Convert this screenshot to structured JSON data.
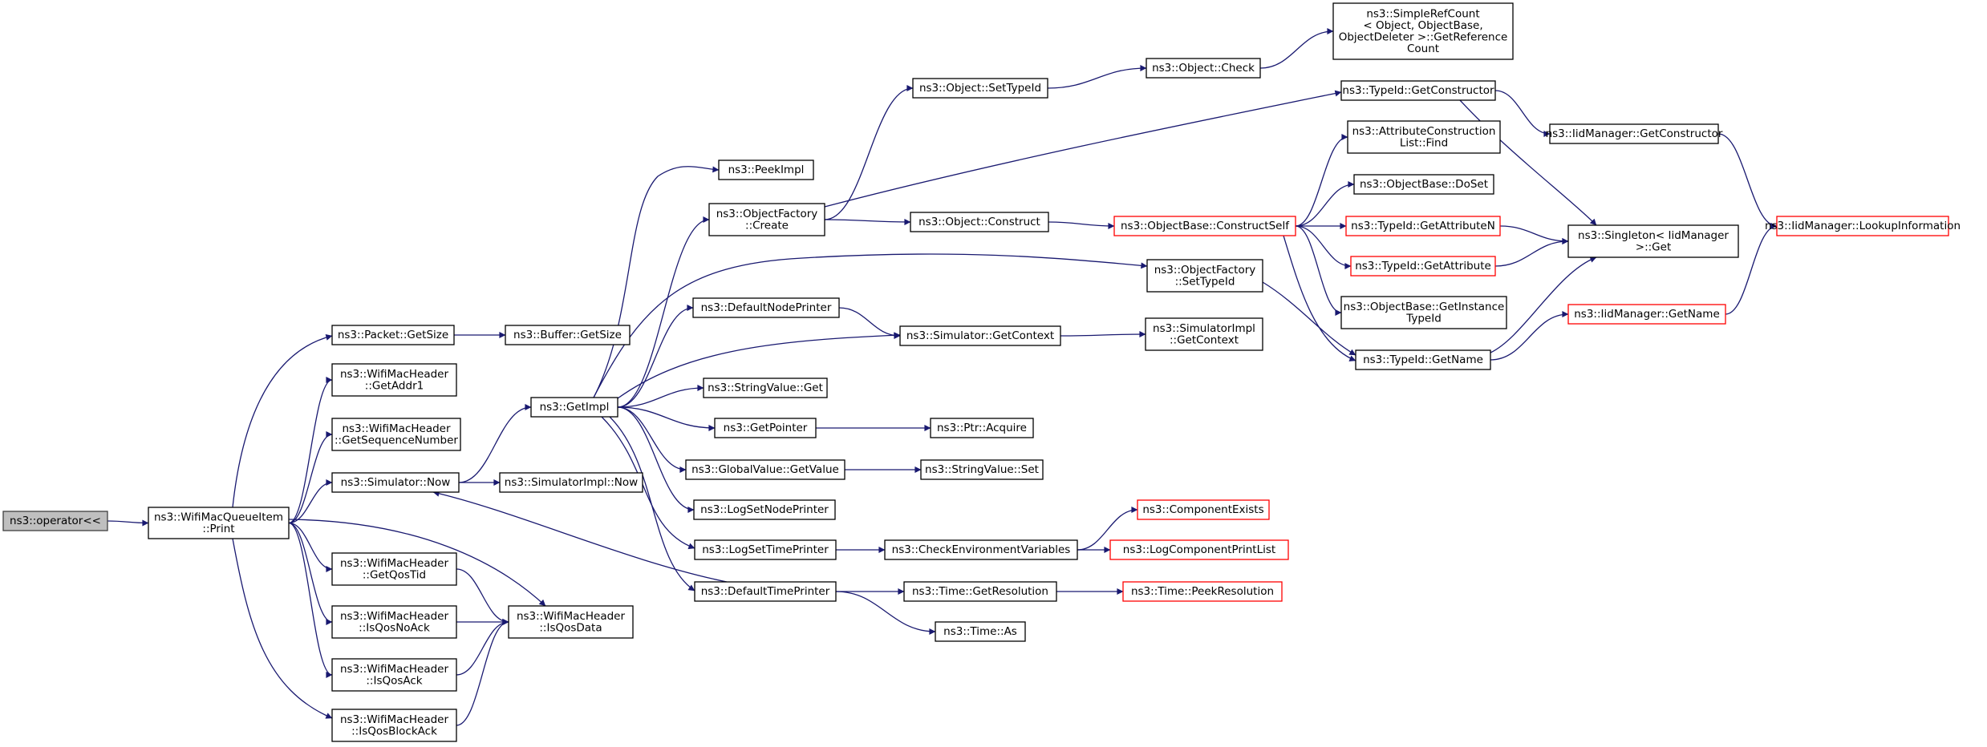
{
  "graph": {
    "edge_color": "#191970",
    "truncated_border_color": "#ff0000",
    "root_fill": "#bfbfbf",
    "nodes": [
      {
        "id": "op",
        "lines": [
          "ns3::operator<<"
        ],
        "root": true
      },
      {
        "id": "print",
        "lines": [
          "ns3::WifiMacQueueItem",
          "::Print"
        ]
      },
      {
        "id": "pktsize",
        "lines": [
          "ns3::Packet::GetSize"
        ]
      },
      {
        "id": "bufsize",
        "lines": [
          "ns3::Buffer::GetSize"
        ]
      },
      {
        "id": "addr1",
        "lines": [
          "ns3::WifiMacHeader",
          "::GetAddr1"
        ]
      },
      {
        "id": "seqnum",
        "lines": [
          "ns3::WifiMacHeader",
          "::GetSequenceNumber"
        ]
      },
      {
        "id": "simnow",
        "lines": [
          "ns3::Simulator::Now"
        ]
      },
      {
        "id": "simimplnow",
        "lines": [
          "ns3::SimulatorImpl::Now"
        ]
      },
      {
        "id": "qostid",
        "lines": [
          "ns3::WifiMacHeader",
          "::GetQosTid"
        ]
      },
      {
        "id": "isqosnoack",
        "lines": [
          "ns3::WifiMacHeader",
          "::IsQosNoAck"
        ]
      },
      {
        "id": "isqosack",
        "lines": [
          "ns3::WifiMacHeader",
          "::IsQosAck"
        ]
      },
      {
        "id": "isqosblockack",
        "lines": [
          "ns3::WifiMacHeader",
          "::IsQosBlockAck"
        ]
      },
      {
        "id": "isqosdata",
        "lines": [
          "ns3::WifiMacHeader",
          "::IsQosData"
        ]
      },
      {
        "id": "getimpl",
        "lines": [
          "ns3::GetImpl"
        ]
      },
      {
        "id": "peekimpl",
        "lines": [
          "ns3::PeekImpl"
        ]
      },
      {
        "id": "ofcreate",
        "lines": [
          "ns3::ObjectFactory",
          "::Create"
        ]
      },
      {
        "id": "defnodeprinter",
        "lines": [
          "ns3::DefaultNodePrinter"
        ]
      },
      {
        "id": "strget",
        "lines": [
          "ns3::StringValue::Get"
        ]
      },
      {
        "id": "getpointer",
        "lines": [
          "ns3::GetPointer"
        ]
      },
      {
        "id": "gvgetvalue",
        "lines": [
          "ns3::GlobalValue::GetValue"
        ]
      },
      {
        "id": "logsetnode",
        "lines": [
          "ns3::LogSetNodePrinter"
        ]
      },
      {
        "id": "logsettime",
        "lines": [
          "ns3::LogSetTimePrinter"
        ]
      },
      {
        "id": "deftimeprinter",
        "lines": [
          "ns3::DefaultTimePrinter"
        ]
      },
      {
        "id": "objsettypeid",
        "lines": [
          "ns3::Object::SetTypeId"
        ]
      },
      {
        "id": "objconstruct",
        "lines": [
          "ns3::Object::Construct"
        ]
      },
      {
        "id": "simgetctx",
        "lines": [
          "ns3::Simulator::GetContext"
        ]
      },
      {
        "id": "ptracquire",
        "lines": [
          "ns3::Ptr::Acquire"
        ]
      },
      {
        "id": "strset",
        "lines": [
          "ns3::StringValue::Set"
        ]
      },
      {
        "id": "checkenv",
        "lines": [
          "ns3::CheckEnvironmentVariables"
        ]
      },
      {
        "id": "timegetres",
        "lines": [
          "ns3::Time::GetResolution"
        ]
      },
      {
        "id": "timeas",
        "lines": [
          "ns3::Time::As"
        ]
      },
      {
        "id": "objcheck",
        "lines": [
          "ns3::Object::Check"
        ]
      },
      {
        "id": "ofsettypeid",
        "lines": [
          "ns3::ObjectFactory",
          "::SetTypeId"
        ]
      },
      {
        "id": "simimplgetctx",
        "lines": [
          "ns3::SimulatorImpl",
          "::GetContext"
        ]
      },
      {
        "id": "constructself",
        "lines": [
          "ns3::ObjectBase::ConstructSelf"
        ],
        "truncated": true
      },
      {
        "id": "compexists",
        "lines": [
          "ns3::ComponentExists"
        ],
        "truncated": true
      },
      {
        "id": "logcompprint",
        "lines": [
          "ns3::LogComponentPrintList"
        ],
        "truncated": true
      },
      {
        "id": "peekres",
        "lines": [
          "ns3::Time::PeekResolution"
        ],
        "truncated": true
      },
      {
        "id": "simplerefcount",
        "lines": [
          "ns3::SimpleRefCount",
          "< Object, ObjectBase,",
          "ObjectDeleter >::GetReference",
          "Count"
        ]
      },
      {
        "id": "tidgetctor",
        "lines": [
          "ns3::TypeId::GetConstructor"
        ]
      },
      {
        "id": "attrfind",
        "lines": [
          "ns3::AttributeConstruction",
          "List::Find"
        ]
      },
      {
        "id": "obdoset",
        "lines": [
          "ns3::ObjectBase::DoSet"
        ]
      },
      {
        "id": "tidgetattrn",
        "lines": [
          "ns3::TypeId::GetAttributeN"
        ],
        "truncated": true
      },
      {
        "id": "tidgetattr",
        "lines": [
          "ns3::TypeId::GetAttribute"
        ],
        "truncated": true
      },
      {
        "id": "obgetinst",
        "lines": [
          "ns3::ObjectBase::GetInstance",
          "TypeId"
        ]
      },
      {
        "id": "tidgetname",
        "lines": [
          "ns3::TypeId::GetName"
        ]
      },
      {
        "id": "iidgetctor",
        "lines": [
          "ns3::IidManager::GetConstructor"
        ]
      },
      {
        "id": "singletonget",
        "lines": [
          "ns3::Singleton< IidManager",
          ">::Get"
        ]
      },
      {
        "id": "iidgetname",
        "lines": [
          "ns3::IidManager::GetName"
        ],
        "truncated": true
      },
      {
        "id": "iidlookup",
        "lines": [
          "ns3::IidManager::LookupInformation"
        ],
        "truncated": true
      }
    ],
    "edges": [
      [
        "op",
        "print"
      ],
      [
        "print",
        "pktsize"
      ],
      [
        "print",
        "addr1"
      ],
      [
        "print",
        "seqnum"
      ],
      [
        "print",
        "simnow"
      ],
      [
        "print",
        "qostid"
      ],
      [
        "print",
        "isqosnoack"
      ],
      [
        "print",
        "isqosack"
      ],
      [
        "print",
        "isqosblockack"
      ],
      [
        "print",
        "isqosdata"
      ],
      [
        "pktsize",
        "bufsize"
      ],
      [
        "simnow",
        "getimpl"
      ],
      [
        "simnow",
        "simimplnow"
      ],
      [
        "qostid",
        "isqosdata"
      ],
      [
        "isqosnoack",
        "isqosdata"
      ],
      [
        "isqosack",
        "isqosdata"
      ],
      [
        "isqosblockack",
        "isqosdata"
      ],
      [
        "getimpl",
        "peekimpl"
      ],
      [
        "getimpl",
        "ofcreate"
      ],
      [
        "getimpl",
        "ofsettypeid"
      ],
      [
        "getimpl",
        "defnodeprinter"
      ],
      [
        "getimpl",
        "simgetctx"
      ],
      [
        "getimpl",
        "strget"
      ],
      [
        "getimpl",
        "getpointer"
      ],
      [
        "getimpl",
        "gvgetvalue"
      ],
      [
        "getimpl",
        "logsetnode"
      ],
      [
        "getimpl",
        "logsettime"
      ],
      [
        "getimpl",
        "deftimeprinter"
      ],
      [
        "ofcreate",
        "objsettypeid"
      ],
      [
        "ofcreate",
        "objconstruct"
      ],
      [
        "ofcreate",
        "tidgetctor"
      ],
      [
        "defnodeprinter",
        "simgetctx"
      ],
      [
        "simgetctx",
        "simimplgetctx"
      ],
      [
        "getpointer",
        "ptracquire"
      ],
      [
        "gvgetvalue",
        "strset"
      ],
      [
        "logsettime",
        "checkenv"
      ],
      [
        "checkenv",
        "compexists"
      ],
      [
        "checkenv",
        "logcompprint"
      ],
      [
        "deftimeprinter",
        "simnow"
      ],
      [
        "deftimeprinter",
        "timegetres"
      ],
      [
        "deftimeprinter",
        "timeas"
      ],
      [
        "timegetres",
        "peekres"
      ],
      [
        "objsettypeid",
        "objcheck"
      ],
      [
        "objcheck",
        "simplerefcount"
      ],
      [
        "objconstruct",
        "constructself"
      ],
      [
        "ofsettypeid",
        "tidgetname"
      ],
      [
        "constructself",
        "attrfind"
      ],
      [
        "constructself",
        "obdoset"
      ],
      [
        "constructself",
        "tidgetattrn"
      ],
      [
        "constructself",
        "tidgetattr"
      ],
      [
        "constructself",
        "obgetinst"
      ],
      [
        "constructself",
        "tidgetname"
      ],
      [
        "tidgetctor",
        "iidgetctor"
      ],
      [
        "tidgetctor",
        "singletonget"
      ],
      [
        "iidgetctor",
        "iidlookup"
      ],
      [
        "tidgetattrn",
        "singletonget"
      ],
      [
        "tidgetattr",
        "singletonget"
      ],
      [
        "tidgetname",
        "singletonget"
      ],
      [
        "tidgetname",
        "iidgetname"
      ],
      [
        "iidgetname",
        "iidlookup"
      ]
    ]
  }
}
